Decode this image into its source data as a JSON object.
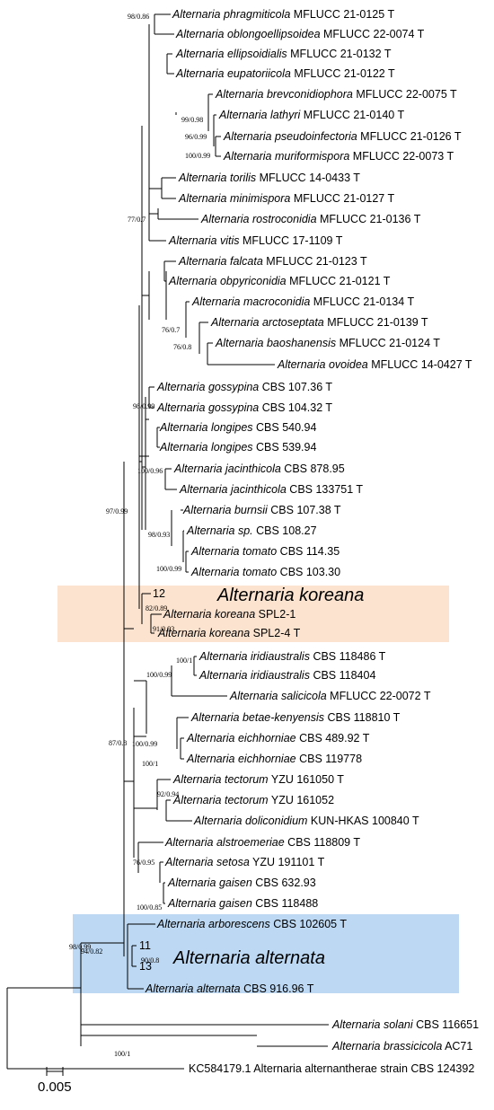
{
  "taxa": [
    {
      "genus": "Alternaria",
      "epithet": "phragmiticola",
      "voucher": "MFLUCC 21-0125 T"
    },
    {
      "genus": "Alternaria",
      "epithet": "oblongoellipsoidea",
      "voucher": "MFLUCC 22-0074 T"
    },
    {
      "genus": "Alternaria",
      "epithet": "ellipsoidialis",
      "voucher": "MFLUCC 21-0132 T"
    },
    {
      "genus": "Alternaria",
      "epithet": "eupatoriicola",
      "voucher": "MFLUCC 21-0122 T"
    },
    {
      "genus": "Alternaria",
      "epithet": "brevconidiophora",
      "voucher": "MFLUCC 22-0075 T"
    },
    {
      "genus": "Alternaria",
      "epithet": "lathyri",
      "voucher": "MFLUCC 21-0140 T"
    },
    {
      "genus": "Alternaria",
      "epithet": "pseudoinfectoria",
      "voucher": "MFLUCC 21-0126 T"
    },
    {
      "genus": "Alternaria",
      "epithet": "muriformispora",
      "voucher": "MFLUCC 22-0073 T"
    },
    {
      "genus": "Alternaria",
      "epithet": "torilis",
      "voucher": "MFLUCC 14-0433 T"
    },
    {
      "genus": "Alternaria",
      "epithet": "minimispora",
      "voucher": "MFLUCC 21-0127 T"
    },
    {
      "genus": "Alternaria",
      "epithet": "rostroconidia",
      "voucher": "MFLUCC 21-0136 T"
    },
    {
      "genus": "Alternaria",
      "epithet": "vitis",
      "voucher": "MFLUCC 17-1109 T"
    },
    {
      "genus": "Alternaria",
      "epithet": "falcata",
      "voucher": "MFLUCC 21-0123 T"
    },
    {
      "genus": "Alternaria",
      "epithet": "obpyriconidia",
      "voucher": "MFLUCC 21-0121 T"
    },
    {
      "genus": "Alternaria",
      "epithet": "macroconidia",
      "voucher": "MFLUCC 21-0134 T"
    },
    {
      "genus": "Alternaria",
      "epithet": "arctoseptata",
      "voucher": "MFLUCC 21-0139 T"
    },
    {
      "genus": "Alternaria",
      "epithet": "baoshanensis",
      "voucher": "MFLUCC 21-0124 T"
    },
    {
      "genus": "Alternaria",
      "epithet": "ovoidea",
      "voucher": "MFLUCC 14-0427 T"
    },
    {
      "genus": "Alternaria",
      "epithet": "gossypina",
      "voucher": "CBS 107.36 T"
    },
    {
      "genus": "Alternaria",
      "epithet": "gossypina",
      "voucher": "CBS 104.32 T"
    },
    {
      "genus": "Alternaria",
      "epithet": "longipes",
      "voucher": "CBS 540.94"
    },
    {
      "genus": "Alternaria",
      "epithet": "longipes",
      "voucher": "CBS 539.94"
    },
    {
      "genus": "Alternaria",
      "epithet": "jacinthicola",
      "voucher": "CBS 878.95"
    },
    {
      "genus": "Alternaria",
      "epithet": "jacinthicola",
      "voucher": "CBS 133751 T"
    },
    {
      "genus": "Alternaria",
      "epithet": "burnsii",
      "voucher": "CBS 107.38 T"
    },
    {
      "genus": "Alternaria",
      "epithet": "sp.",
      "voucher": "CBS 108.27"
    },
    {
      "genus": "Alternaria",
      "epithet": "tomato",
      "voucher": "CBS 114.35"
    },
    {
      "genus": "Alternaria",
      "epithet": "tomato",
      "voucher": "CBS 103.30"
    },
    {
      "genus": "",
      "epithet": "",
      "voucher": "12"
    },
    {
      "genus": "Alternaria",
      "epithet": "koreana",
      "voucher": "SPL2-1"
    },
    {
      "genus": "Alternaria",
      "epithet": "koreana",
      "voucher": "SPL2-4 T"
    },
    {
      "genus": "Alternaria",
      "epithet": "iridiaustralis",
      "voucher": "CBS 118486 T"
    },
    {
      "genus": "Alternaria",
      "epithet": "iridiaustralis",
      "voucher": "CBS 118404"
    },
    {
      "genus": "Alternaria",
      "epithet": "salicicola",
      "voucher": "MFLUCC 22-0072 T"
    },
    {
      "genus": "Alternaria",
      "epithet": "betae-kenyensis",
      "voucher": "CBS 118810 T"
    },
    {
      "genus": "Alternaria",
      "epithet": "eichhorniae",
      "voucher": "CBS 489.92 T"
    },
    {
      "genus": "Alternaria",
      "epithet": "eichhorniae",
      "voucher": "CBS 119778"
    },
    {
      "genus": "Alternaria",
      "epithet": "tectorum",
      "voucher": "YZU 161050 T"
    },
    {
      "genus": "Alternaria",
      "epithet": "tectorum",
      "voucher": "YZU 161052"
    },
    {
      "genus": "Alternaria",
      "epithet": "doliconidium",
      "voucher": "KUN-HKAS 100840 T"
    },
    {
      "genus": "Alternaria",
      "epithet": "alstroemeriae",
      "voucher": "CBS 118809 T"
    },
    {
      "genus": "Alternaria",
      "epithet": "setosa",
      "voucher": "YZU 191101 T"
    },
    {
      "genus": "Alternaria",
      "epithet": "gaisen",
      "voucher": "CBS 632.93"
    },
    {
      "genus": "Alternaria",
      "epithet": "gaisen",
      "voucher": "CBS 118488"
    },
    {
      "genus": "Alternaria",
      "epithet": "arborescens",
      "voucher": "CBS 102605 T"
    },
    {
      "genus": "",
      "epithet": "",
      "voucher": "11"
    },
    {
      "genus": "",
      "epithet": "",
      "voucher": "13"
    },
    {
      "genus": "Alternaria",
      "epithet": "alternata",
      "voucher": "CBS 916.96 T"
    },
    {
      "genus": "Alternaria",
      "epithet": "solani",
      "voucher": "CBS 116651"
    },
    {
      "genus": "Alternaria",
      "epithet": "brassicicola",
      "voucher": "AC71"
    },
    {
      "genus": "",
      "epithet": "",
      "voucher": "KC584179.1 Alternaria alternantherae strain CBS 124392"
    }
  ],
  "support_values": [
    "98/0.86",
    "99/0.98",
    "96/0.99",
    "100/0.99",
    "77/0.7",
    "76/0.7",
    "76/0.8",
    "98/0.99",
    "100/0.96",
    "97/0.99",
    "98/0.93",
    "100/0.99",
    "82/0.89",
    "91/0.93",
    "100/1",
    "100/0.99",
    "87/0.8",
    "100/0.99",
    "100/1",
    "92/0.94",
    "76/0.95",
    "100/0.85",
    "98/0.99",
    "94/0.82",
    "90/0.8",
    "100/1"
  ],
  "highlights": [
    {
      "title": "Alternaria koreana",
      "color": "#fbe3cf"
    },
    {
      "title": "Alternaria alternata",
      "color": "#bcd8f2"
    }
  ],
  "scale_bar": {
    "label": "0.005"
  }
}
